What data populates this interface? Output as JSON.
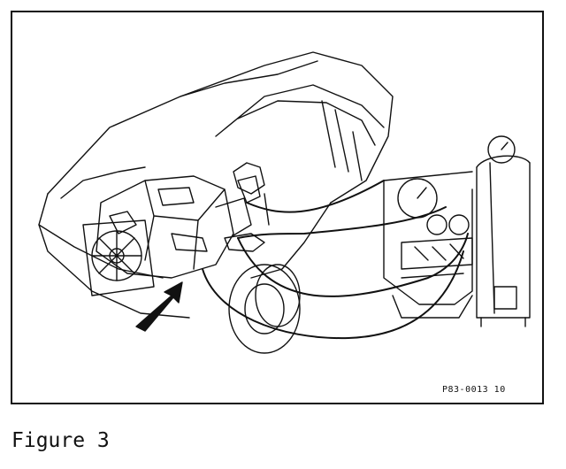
{
  "figure": {
    "reference_code": "P83-0013 10",
    "caption": "Figure 3"
  },
  "colors": {
    "line": "#111111",
    "background": "#ffffff"
  },
  "icons": [
    "car-engine-bay-illustration",
    "pressure-gauge-icon",
    "gas-cylinder-icon",
    "hose-line",
    "arrow-indicator"
  ]
}
